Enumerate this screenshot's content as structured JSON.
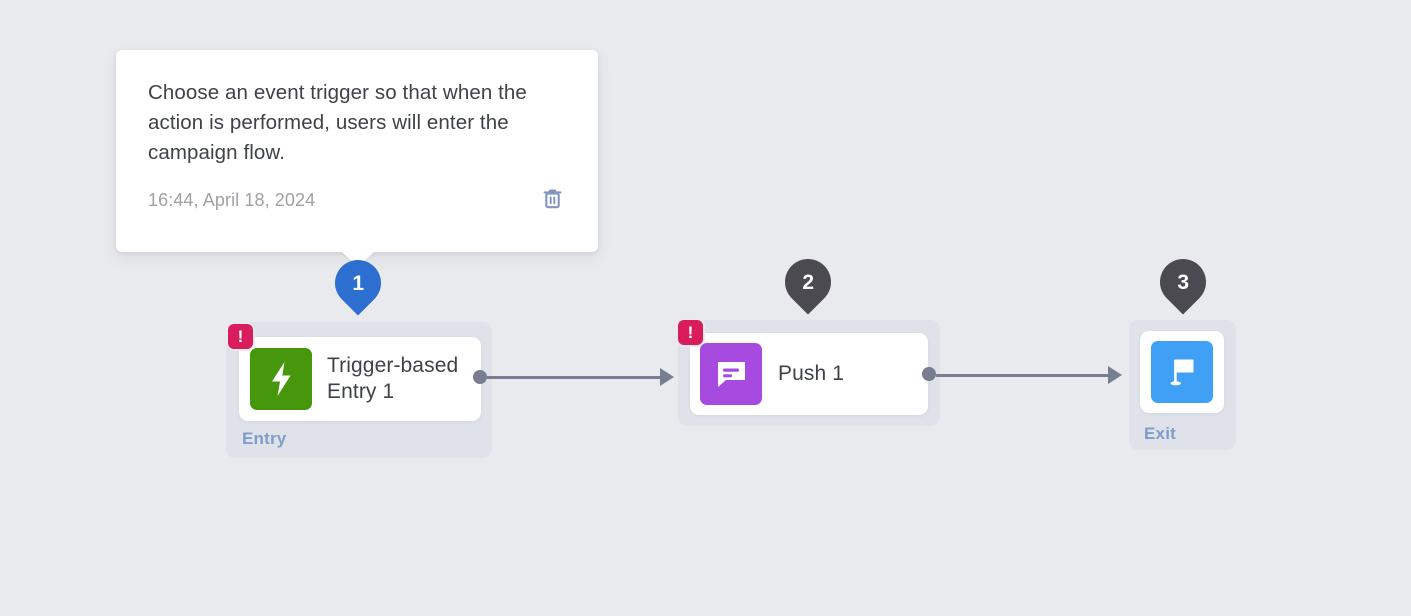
{
  "canvas": {
    "background_color": "#e9eaee"
  },
  "note_card": {
    "name": "note-tooltip",
    "body_text": "Choose an event trigger so that when the action is performed, users will enter the campaign flow.",
    "timestamp": "16:44, April 18, 2024",
    "delete_icon": "trash-icon",
    "delete_icon_color": "#8296bd",
    "background_color": "#ffffff"
  },
  "flow": {
    "nodes": [
      {
        "step": "1",
        "pin_color": "#2c6fd1",
        "title": "Trigger-based Entry 1",
        "sublabel": "Entry",
        "icon_name": "lightning-bolt-icon",
        "icon_color": "#47970d",
        "has_error": true,
        "error_icon": "error-exclamation-icon",
        "error_color": "#d91c5c"
      },
      {
        "step": "2",
        "pin_color": "#4a4a50",
        "title": "Push 1",
        "sublabel": "",
        "icon_name": "push-message-icon",
        "icon_color": "#a64ae0",
        "has_error": true,
        "error_icon": "error-exclamation-icon",
        "error_color": "#d91c5c"
      },
      {
        "step": "3",
        "pin_color": "#4a4a50",
        "title": "",
        "sublabel": "Exit",
        "icon_name": "flag-icon",
        "icon_color": "#3fa0f5",
        "has_error": false,
        "error_icon": "",
        "error_color": ""
      }
    ],
    "connector_color": "#787e8f"
  }
}
